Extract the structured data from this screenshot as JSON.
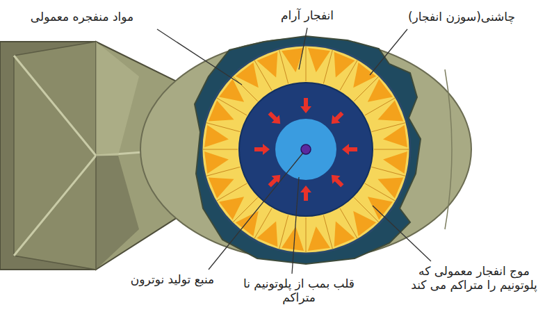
{
  "diagram": {
    "labels": [
      "مواد منفجره معمولی",
      "انفجار آرام",
      "چاشنی(سوزن انفجار)",
      "منبع تولید نوترون",
      "قلب بمب از پلوتونیم نا متراکم",
      "موج انفجار معمولی که پلوتونیم را متراکم می کند"
    ]
  }
}
